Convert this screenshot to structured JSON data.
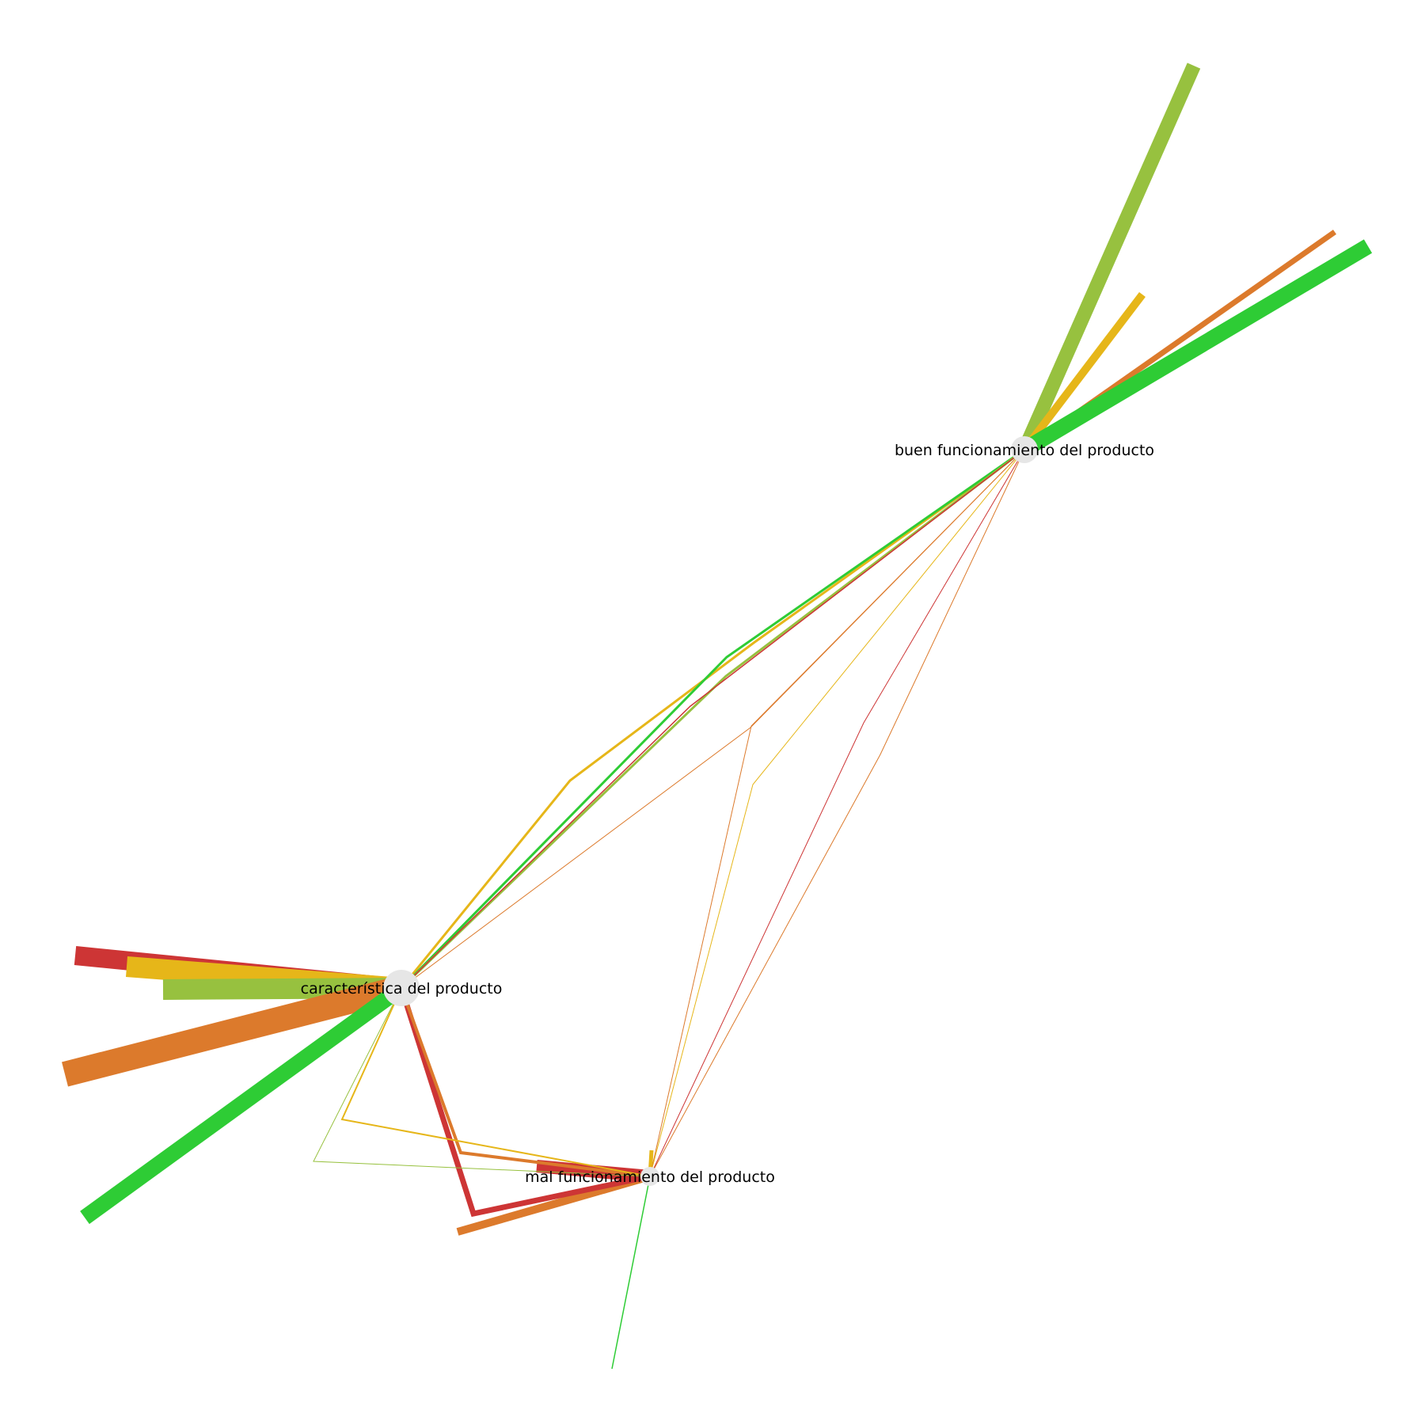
{
  "diagram": {
    "type": "network",
    "palette": {
      "green": "#2ecc35",
      "olive_green": "#97c13f",
      "yellow": "#e6b619",
      "orange": "#dc7a2c",
      "red": "#cd3535",
      "node_fill": "#e6e6e6"
    },
    "nodes": [
      {
        "id": "buen",
        "label": "buen funcionamiento del producto"
      },
      {
        "id": "caracteristica",
        "label": "característica del producto"
      },
      {
        "id": "mal",
        "label": "mal funcionamiento del producto"
      }
    ]
  }
}
